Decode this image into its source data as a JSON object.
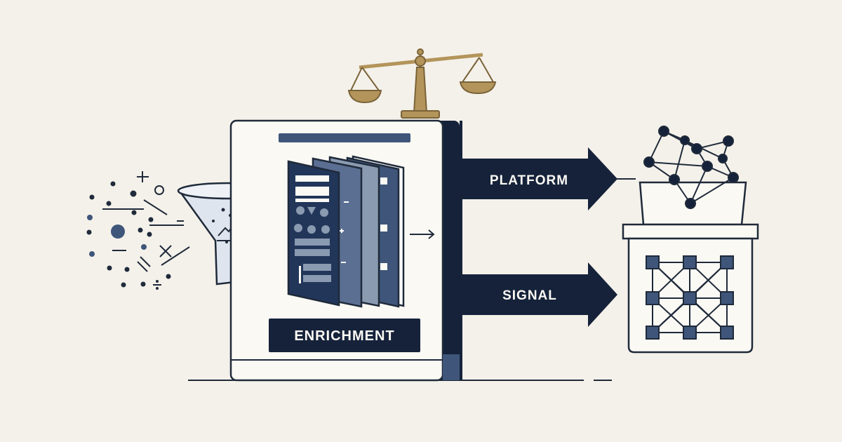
{
  "diagram": {
    "enrichment_label": "ENRICHMENT",
    "arrows": [
      {
        "label": "PLATFORM"
      },
      {
        "label": "SIGNAL"
      }
    ]
  },
  "colors": {
    "background": "#f4f1ea",
    "ink": "#1f2a3a",
    "navy": "#15223a",
    "slate": "#3f567a",
    "gold": "#b3945a",
    "paper": "#fbf9f4"
  }
}
